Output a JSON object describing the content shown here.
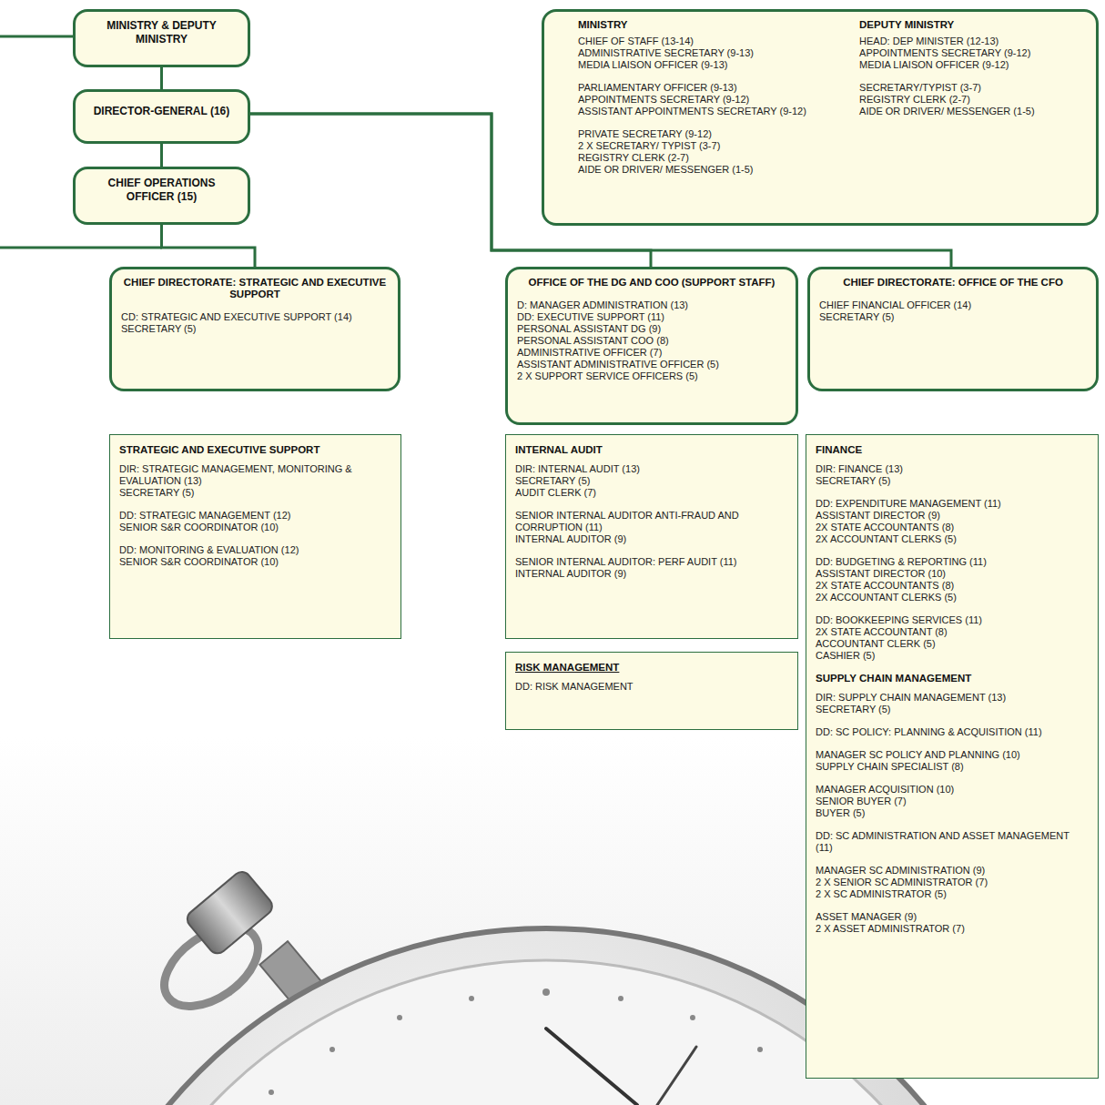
{
  "diagram": {
    "nodes": [
      {
        "text": [
          "MINISTRY & DEPUTY MINISTRY"
        ]
      },
      {
        "text": [
          "MINISTRY",
          "CHIEF OF STAFF (13-14)",
          "ADMINISTRATIVE SECRETARY (9-13)",
          "MEDIA LIAISON OFFICER (9-13)",
          "PARLIAMENTARY OFFICER (9-13)",
          "APPOINTMENTS SECRETARY (9-12)",
          "ASSISTANT APPOINTMENTS SECRETARY (9-12)",
          "PRIVATE SECRETARY (9-12)",
          "2 X SECRETARY/ TYPIST (3-7)",
          "REGISTRY CLERK (2-7)",
          "AIDE OR DRIVER/ MESSENGER (1-5)",
          "DEPUTY MINISTRY",
          "HEAD: DEP MINISTER (12-13)",
          "APPOINTMENTS SECRETARY (9-12)",
          "MEDIA LIAISON OFFICER (9-12)",
          "SECRETARY/TYPIST (3-7)",
          "REGISTRY CLERK (2-7)",
          "AIDE OR DRIVER/ MESSENGER (1-5)"
        ]
      },
      {
        "text": [
          "DIRECTOR-GENERAL (16)"
        ]
      },
      {
        "text": [
          "CHIEF OPERATIONS OFFICER (15)"
        ]
      },
      {
        "text": [
          "CHIEF DIRECTORATE: STRATEGIC AND EXECUTIVE SUPPORT",
          "CD: STRATEGIC AND EXECUTIVE SUPPORT (14)",
          "SECRETARY (5)"
        ]
      },
      {
        "text": [
          "OFFICE OF THE DG AND COO (SUPPORT STAFF)",
          "D: MANAGER ADMINISTRATION (13)",
          "DD: EXECUTIVE SUPPORT (11)",
          "PERSONAL ASSISTANT DG (9)",
          "PERSONAL ASSISTANT COO (8)",
          "ADMINISTRATIVE OFFICER (7)",
          "ASSISTANT ADMINISTRATIVE OFFICER (5)",
          "2 X SUPPORT SERVICE OFFICERS (5)"
        ]
      },
      {
        "text": [
          "CHIEF DIRECTORATE: OFFICE OF THE CFO",
          "CHIEF FINANCIAL OFFICER (14)",
          "SECRETARY (5)"
        ]
      },
      {
        "text": [
          "STRATEGIC AND EXECUTIVE SUPPORT",
          "DIR: STRATEGIC MANAGEMENT, MONITORING & EVALUATION (13)",
          "SECRETARY (5)",
          "DD: STRATEGIC MANAGEMENT (12)",
          "SENIOR S&R COORDINATOR (10)",
          "DD: MONITORING & EVALUATION (12)",
          "SENIOR S&R COORDINATOR (10)"
        ]
      },
      {
        "text": [
          "INTERNAL AUDIT",
          "DIR: INTERNAL AUDIT (13)",
          "SECRETARY (5)",
          "AUDIT CLERK (7)",
          "SENIOR INTERNAL AUDITOR ANTI-FRAUD AND CORRUPTION (11)",
          "INTERNAL AUDITOR (9)",
          "SENIOR INTERNAL AUDITOR: PERF AUDIT (11)",
          "INTERNAL AUDITOR (9)"
        ]
      },
      {
        "text": [
          "RISK MANAGEMENT",
          "DD: RISK MANAGEMENT"
        ]
      },
      {
        "text": [
          "FINANCE",
          "DIR: FINANCE (13)",
          "SECRETARY (5)",
          "DD: EXPENDITURE MANAGEMENT (11)",
          "ASSISTANT DIRECTOR (9)",
          "2X STATE ACCOUNTANTS (8)",
          "2X ACCOUNTANT CLERKS (5)",
          "DD: BUDGETING & REPORTING (11)",
          "ASSISTANT DIRECTOR (10)",
          "2X STATE ACCOUNTANTS (8)",
          "2X ACCOUNTANT CLERKS (5)",
          "DD: BOOKKEEPING SERVICES (11)",
          "2X STATE ACCOUNTANT (8)",
          "ACCOUNTANT CLERK (5)",
          "CASHIER (5)",
          "SUPPLY CHAIN MANAGEMENT",
          "DIR: SUPPLY CHAIN MANAGEMENT (13)",
          "SECRETARY (5)",
          "DD: SC POLICY: PLANNING & ACQUISITION (11)",
          "MANAGER SC POLICY AND PLANNING (10)",
          "SUPPLY CHAIN SPECIALIST (8)",
          "MANAGER ACQUISITION (10)",
          "SENIOR BUYER (7)",
          "BUYER (5)",
          "DD: SC ADMINISTRATION AND ASSET MANAGEMENT (11)",
          "MANAGER SC ADMINISTRATION (9)",
          "2 X SENIOR SC ADMINISTRATOR (7)",
          "2 X SC ADMINISTRATOR (5)",
          "ASSET MANAGER (9)",
          "2 X ASSET ADMINISTRATOR (7)"
        ]
      }
    ],
    "edges": [
      {
        "from": 0,
        "to": 2,
        "arrow": "none"
      },
      {
        "from": 2,
        "to": 3,
        "arrow": "none"
      },
      {
        "from": 3,
        "to": 4,
        "arrow": "none"
      },
      {
        "from": 2,
        "to": 5,
        "arrow": "none"
      },
      {
        "from": 2,
        "to": 6,
        "arrow": "none"
      }
    ]
  }
}
